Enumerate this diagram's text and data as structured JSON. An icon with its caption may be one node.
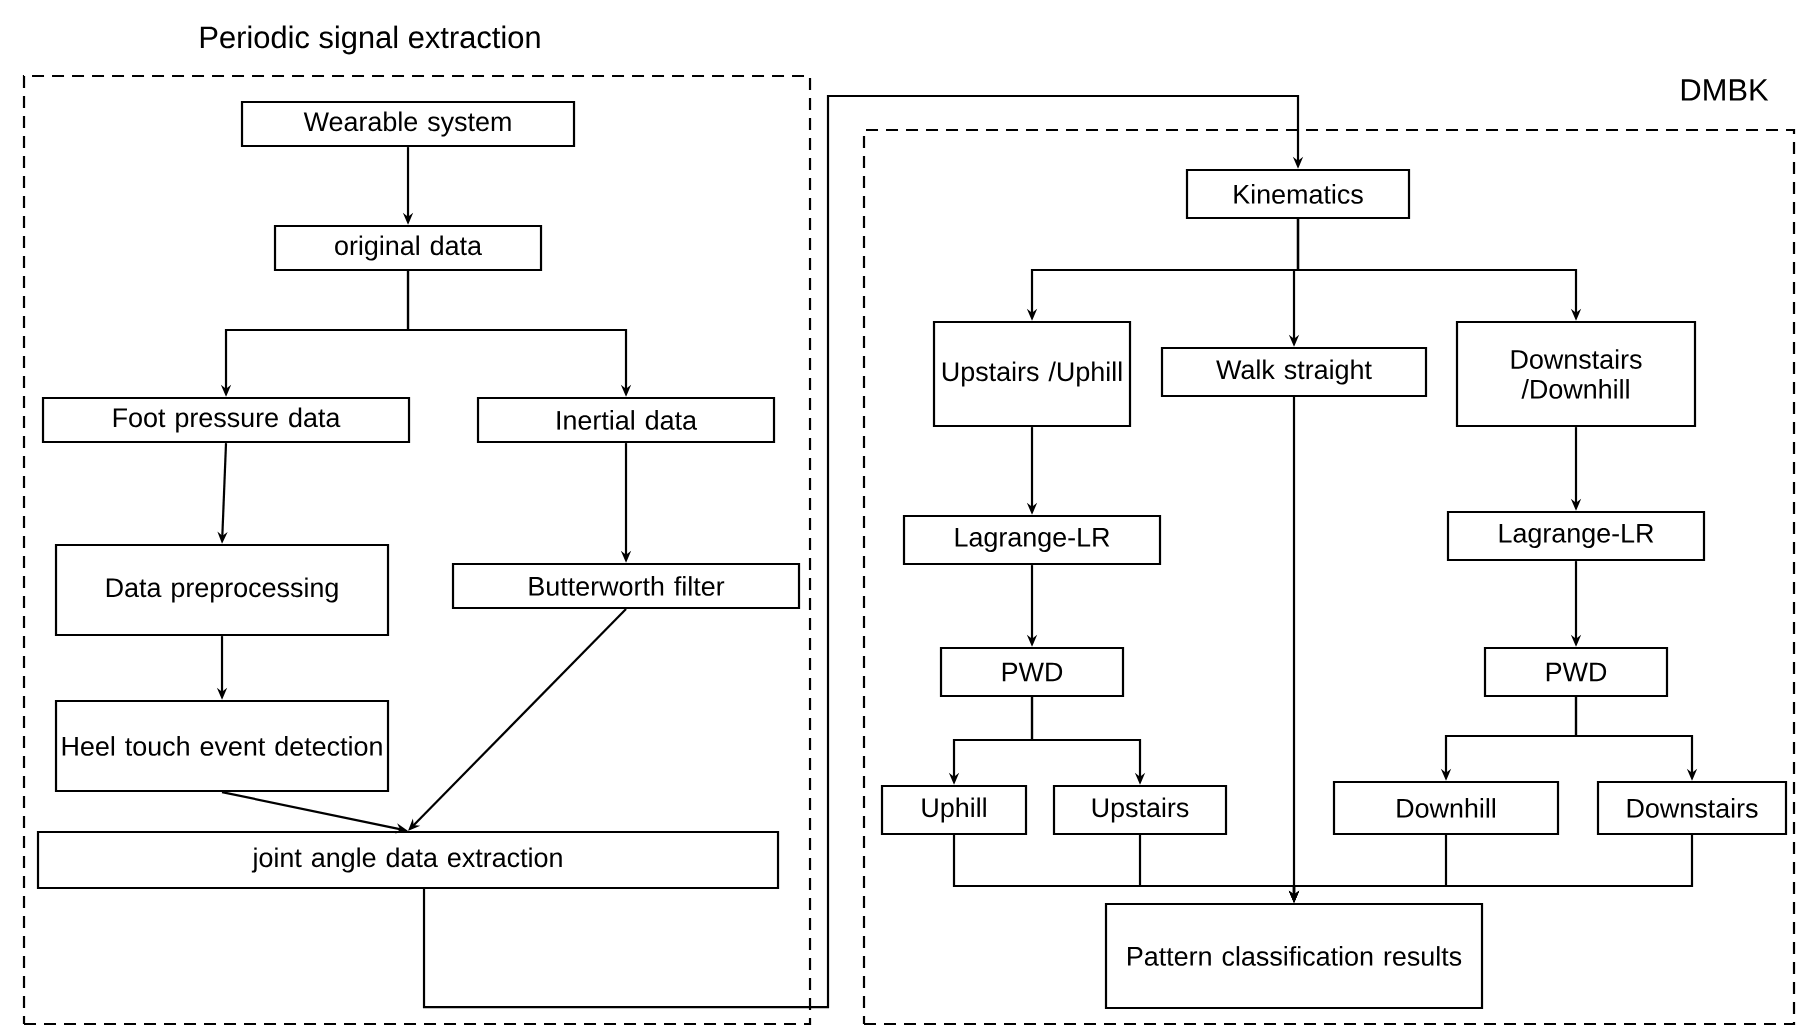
{
  "diagram": {
    "nodes": [
      {
        "text": [
          "Periodic signal extraction"
        ]
      },
      {
        "text": [
          "Wearable system"
        ],
        "in": 0
      },
      {
        "text": [
          "original data"
        ],
        "in": 0
      },
      {
        "text": [
          "Foot pressure data"
        ],
        "in": 0
      },
      {
        "text": [
          "Inertial data"
        ],
        "in": 0
      },
      {
        "text": [
          "Data preprocessing"
        ],
        "in": 0
      },
      {
        "text": [
          "Butterworth filter"
        ],
        "in": 0
      },
      {
        "text": [
          "Heel touch event detection"
        ],
        "in": 0
      },
      {
        "text": [
          "joint angle data extraction"
        ],
        "in": 0
      },
      {
        "text": [
          "DMBK"
        ]
      },
      {
        "text": [
          "Kinematics"
        ],
        "in": 9
      },
      {
        "text": [
          "Upstairs /Uphill"
        ],
        "in": 9
      },
      {
        "text": [
          "Walk straight"
        ],
        "in": 9
      },
      {
        "text": [
          "Downstairs /Downhill"
        ],
        "in": 9
      },
      {
        "text": [
          "Lagrange-LR"
        ],
        "in": 9
      },
      {
        "text": [
          "Lagrange-LR"
        ],
        "in": 9
      },
      {
        "text": [
          "PWD"
        ],
        "in": 9
      },
      {
        "text": [
          "PWD"
        ],
        "in": 9
      },
      {
        "text": [
          "Uphill"
        ],
        "in": 9
      },
      {
        "text": [
          "Upstairs"
        ],
        "in": 9
      },
      {
        "text": [
          "Downhill"
        ],
        "in": 9
      },
      {
        "text": [
          "Downstairs"
        ],
        "in": 9
      },
      {
        "text": [
          "Pattern classification results"
        ],
        "in": 9
      }
    ],
    "edges": [
      {
        "from": 1,
        "to": 2,
        "arrow": "to"
      },
      {
        "from": 2,
        "to": 3,
        "arrow": "to"
      },
      {
        "from": 2,
        "to": 4,
        "arrow": "to"
      },
      {
        "from": 3,
        "to": 5,
        "arrow": "to"
      },
      {
        "from": 5,
        "to": 7,
        "arrow": "to"
      },
      {
        "from": 4,
        "to": 6,
        "arrow": "to"
      },
      {
        "from": 7,
        "to": 8,
        "arrow": "to"
      },
      {
        "from": 6,
        "to": 8,
        "arrow": "to"
      },
      {
        "from": 8,
        "to": 10,
        "arrow": "to"
      },
      {
        "from": 10,
        "to": 11,
        "arrow": "to"
      },
      {
        "from": 10,
        "to": 12,
        "arrow": "to"
      },
      {
        "from": 10,
        "to": 13,
        "arrow": "to"
      },
      {
        "from": 11,
        "to": 14,
        "arrow": "to"
      },
      {
        "from": 13,
        "to": 15,
        "arrow": "to"
      },
      {
        "from": 14,
        "to": 16,
        "arrow": "to"
      },
      {
        "from": 15,
        "to": 17,
        "arrow": "to"
      },
      {
        "from": 16,
        "to": 18,
        "arrow": "to"
      },
      {
        "from": 16,
        "to": 19,
        "arrow": "to"
      },
      {
        "from": 17,
        "to": 20,
        "arrow": "to"
      },
      {
        "from": 17,
        "to": 21,
        "arrow": "to"
      },
      {
        "from": 18,
        "to": 22,
        "arrow": "to"
      },
      {
        "from": 19,
        "to": 22,
        "arrow": "to"
      },
      {
        "from": 12,
        "to": 22,
        "arrow": "to"
      },
      {
        "from": 20,
        "to": 22,
        "arrow": "to"
      },
      {
        "from": 21,
        "to": 22,
        "arrow": "to"
      }
    ]
  }
}
